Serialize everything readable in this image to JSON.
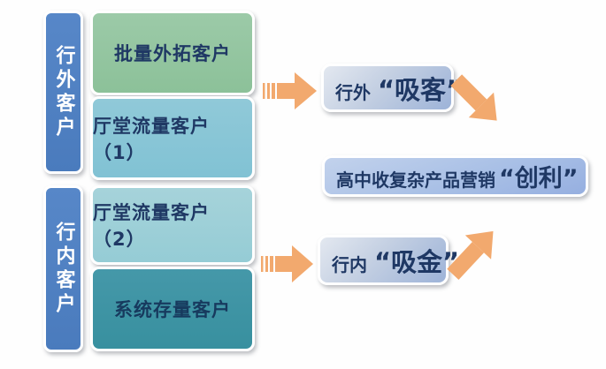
{
  "diagram": {
    "title_implied": "",
    "left_groups": [
      {
        "label": "行外客户"
      },
      {
        "label": "行内客户"
      }
    ],
    "source_boxes": [
      {
        "label": "批量外拓客户"
      },
      {
        "label": "厅堂流量客户（1）"
      },
      {
        "label": "厅堂流量客户（2）"
      },
      {
        "label": "系统存量客户"
      }
    ],
    "result_boxes": [
      {
        "prefix": "行外",
        "emphasis": "“吸客”"
      },
      {
        "prefix": "高中收复杂产品营销",
        "emphasis": "“创利”"
      },
      {
        "prefix": "行内",
        "emphasis": "“吸金”"
      }
    ],
    "palette": {
      "group_bar_blue": "#4d7ec1",
      "box_batch_green": "#8fc59d",
      "box_hall1_teal": "#85c4d6",
      "box_hall2_teal": "#9bcfd7",
      "box_stock_teal": "#3b92a4",
      "result_box_blue": "#a9c0e6",
      "result_box_silver": "#c3cfe2",
      "arrow_orange": "#f2a96e",
      "text_navy": "#1f3864",
      "bar_text_white": "#ffffff"
    }
  }
}
